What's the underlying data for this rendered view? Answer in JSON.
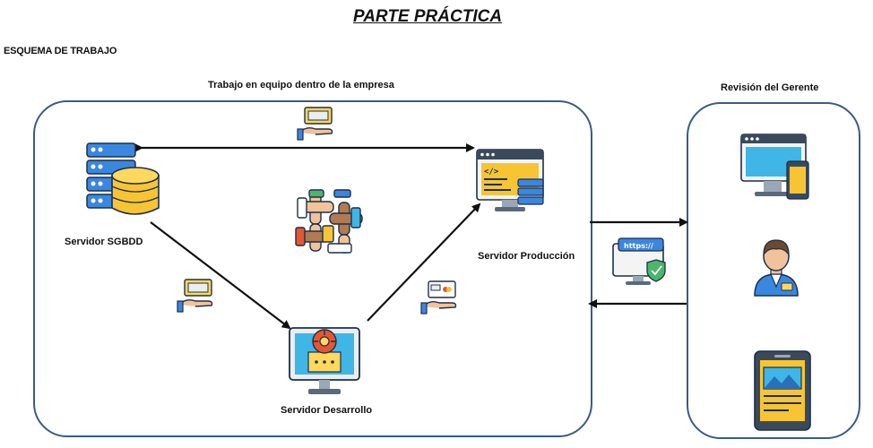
{
  "title": "PARTE PRÁCTICA",
  "subtitle": "ESQUEMA DE TRABAJO",
  "team_panel": {
    "label": "Trabajo en equipo dentro de la empresa"
  },
  "manager_panel": {
    "label": "Revisión del Gerente"
  },
  "nodes": {
    "sgbdd": {
      "label": "Servidor SGBDD",
      "icon": "database-server-icon"
    },
    "produccion": {
      "label": "Servidor Producción",
      "icon": "code-monitor-server-icon"
    },
    "desarrollo": {
      "label": "Servidor Desarrollo",
      "icon": "development-monitor-icon"
    }
  },
  "badges": {
    "https": "https://"
  },
  "colors": {
    "border": "#3b5a86",
    "arrow": "#111111"
  }
}
